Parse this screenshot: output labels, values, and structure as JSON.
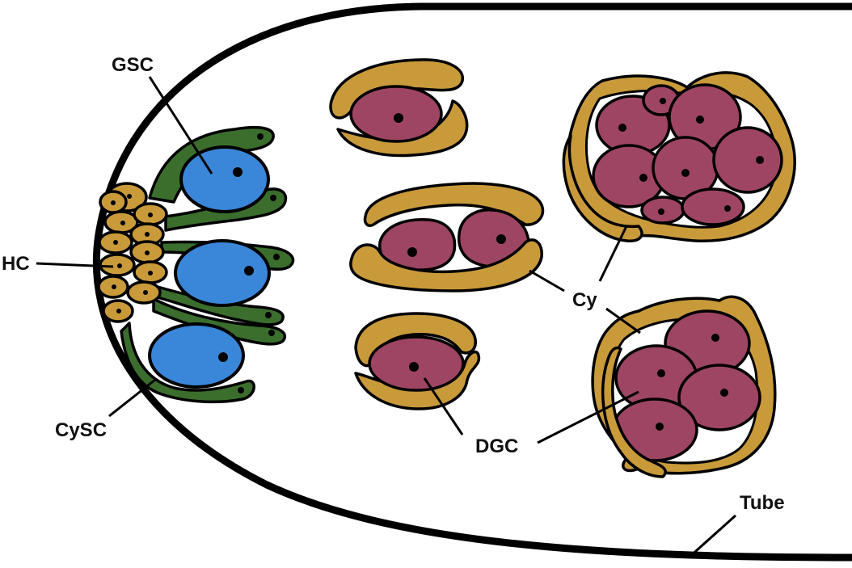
{
  "labels": {
    "gsc": "GSC",
    "hc": "HC",
    "cysc": "CySC",
    "cy": "Cy",
    "dgc": "DGC",
    "tube": "Tube"
  },
  "colors": {
    "tube_fill": "#ffffff",
    "germline_stem_cell": "#3a86d9",
    "somatic_stem_cell": "#3b6e2d",
    "hub_cell": "#c99a3a",
    "cyst_cell": "#c99a3a",
    "differentiating_germ_cell": "#9e4563",
    "outline": "#000000"
  }
}
